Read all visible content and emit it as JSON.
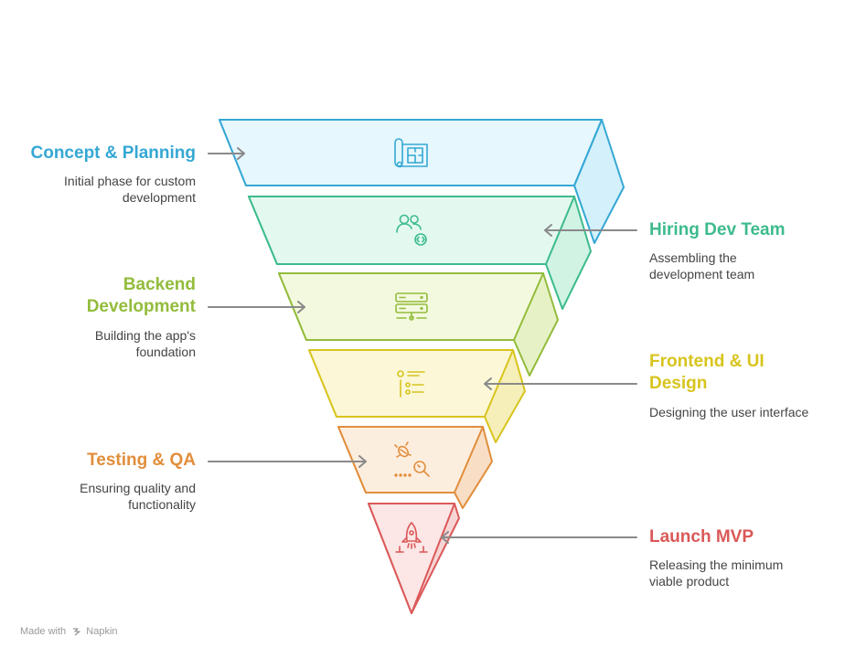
{
  "colors": {
    "concept": "#35A8D4",
    "hiring": "#3DBB8C",
    "backend": "#93BC3C",
    "frontend": "#D8C41E",
    "testing": "#E18E3C",
    "launch": "#DB5858",
    "arrow": "#8A8A8A"
  },
  "stages": [
    {
      "id": "concept",
      "title": "Concept & Planning",
      "desc_lines": [
        "Initial phase for custom",
        "development"
      ],
      "icon": "blueprint-icon",
      "side": "left"
    },
    {
      "id": "hiring",
      "title": "Hiring Dev Team",
      "desc_lines": [
        "Assembling the",
        "development team"
      ],
      "icon": "team-code-icon",
      "side": "right"
    },
    {
      "id": "backend",
      "title_lines": [
        "Backend",
        "Development"
      ],
      "desc_lines": [
        "Building the app's",
        "foundation"
      ],
      "icon": "server-icon",
      "side": "left"
    },
    {
      "id": "frontend",
      "title_lines": [
        "Frontend & UI",
        "Design"
      ],
      "desc_lines": [
        "Designing the user interface"
      ],
      "icon": "ui-list-icon",
      "side": "right"
    },
    {
      "id": "testing",
      "title": "Testing & QA",
      "desc_lines": [
        "Ensuring quality and",
        "functionality"
      ],
      "icon": "bug-search-icon",
      "side": "left"
    },
    {
      "id": "launch",
      "title": "Launch MVP",
      "desc_lines": [
        "Releasing the minimum",
        "viable product"
      ],
      "icon": "rocket-icon",
      "side": "right"
    }
  ],
  "footer": {
    "made_with": "Made with",
    "brand": "Napkin"
  }
}
